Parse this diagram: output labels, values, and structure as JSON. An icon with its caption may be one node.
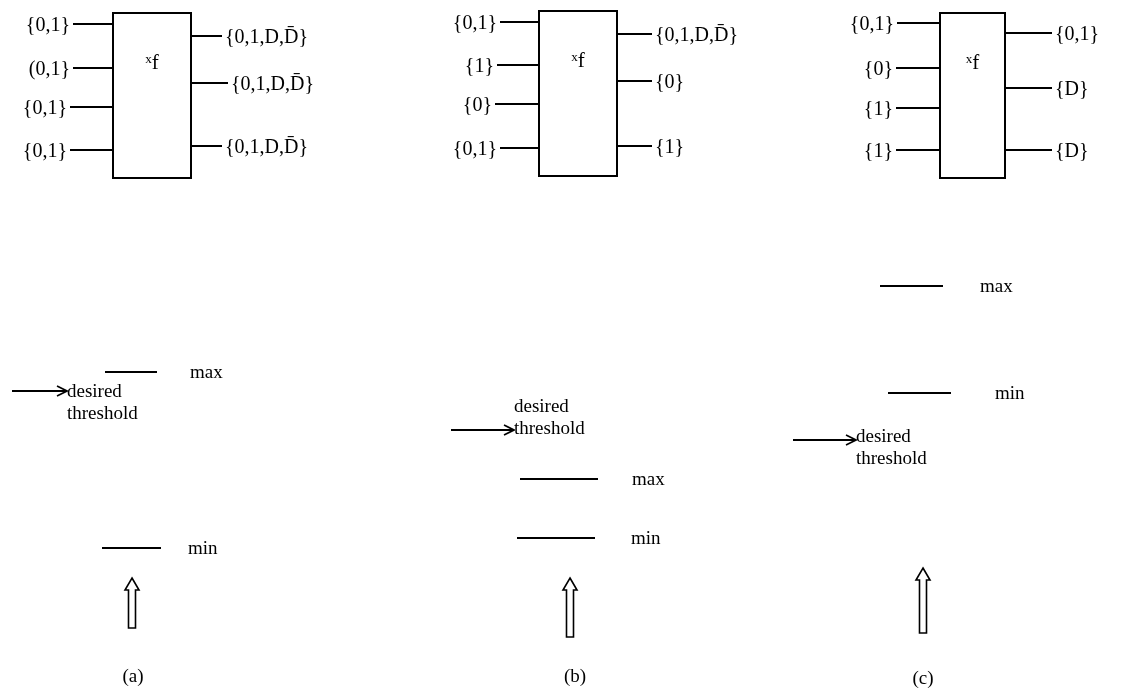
{
  "diagram": {
    "nodes": [
      {
        "text": [
          "$^{x}$f"
        ]
      },
      {
        "text": [
          "{0,1}"
        ]
      },
      {
        "text": [
          "(0,1}"
        ]
      },
      {
        "text": [
          "{0,1}"
        ]
      },
      {
        "text": [
          "{0,1}"
        ]
      },
      {
        "text": [
          "{0,1,D,D̄}"
        ]
      },
      {
        "text": [
          "{0,1,D,D̄}"
        ]
      },
      {
        "text": [
          "{0,1,D,D̄}"
        ]
      },
      {
        "text": [
          "$^{x}$f"
        ]
      },
      {
        "text": [
          "{0,1}"
        ]
      },
      {
        "text": [
          "{1}"
        ]
      },
      {
        "text": [
          "{0}"
        ]
      },
      {
        "text": [
          "{0,1}"
        ]
      },
      {
        "text": [
          "{0,1,D,D̄}"
        ]
      },
      {
        "text": [
          "{0}"
        ]
      },
      {
        "text": [
          "{1}"
        ]
      },
      {
        "text": [
          "$^{x}$f"
        ]
      },
      {
        "text": [
          "{0,1}"
        ]
      },
      {
        "text": [
          "{0}"
        ]
      },
      {
        "text": [
          "{1}"
        ]
      },
      {
        "text": [
          "{1}"
        ]
      },
      {
        "text": [
          "{0,1}"
        ]
      },
      {
        "text": [
          "{D}"
        ]
      },
      {
        "text": [
          "{D}"
        ]
      },
      {
        "text": [
          "desired threshold"
        ]
      },
      {
        "text": [
          "desired threshold"
        ]
      },
      {
        "text": [
          "desired threshold"
        ]
      }
    ],
    "edges": [
      {
        "from": 1,
        "to": 0,
        "arrow": "none"
      },
      {
        "from": 2,
        "to": 0,
        "arrow": "none"
      },
      {
        "from": 3,
        "to": 0,
        "arrow": "none"
      },
      {
        "from": 4,
        "to": 0,
        "arrow": "none"
      },
      {
        "from": 0,
        "to": 5,
        "arrow": "none"
      },
      {
        "from": 0,
        "to": 6,
        "arrow": "none"
      },
      {
        "from": 0,
        "to": 7,
        "arrow": "none"
      },
      {
        "from": 9,
        "to": 8,
        "arrow": "none"
      },
      {
        "from": 10,
        "to": 8,
        "arrow": "none"
      },
      {
        "from": 11,
        "to": 8,
        "arrow": "none"
      },
      {
        "from": 12,
        "to": 8,
        "arrow": "none"
      },
      {
        "from": 8,
        "to": 13,
        "arrow": "none"
      },
      {
        "from": 8,
        "to": 14,
        "arrow": "none"
      },
      {
        "from": 8,
        "to": 15,
        "arrow": "none"
      },
      {
        "from": 17,
        "to": 16,
        "arrow": "none"
      },
      {
        "from": 18,
        "to": 16,
        "arrow": "none"
      },
      {
        "from": 19,
        "to": 16,
        "arrow": "none"
      },
      {
        "from": 20,
        "to": 16,
        "arrow": "none"
      },
      {
        "from": 16,
        "to": 21,
        "arrow": "none"
      },
      {
        "from": 16,
        "to": 22,
        "arrow": "none"
      },
      {
        "from": 16,
        "to": 23,
        "arrow": "none"
      },
      {
        "from": null,
        "to": 24,
        "arrow": "to"
      },
      {
        "from": null,
        "to": 25,
        "arrow": "to"
      },
      {
        "from": null,
        "to": 26,
        "arrow": "to"
      }
    ],
    "labels": [
      "max",
      "min",
      "(a)",
      "max",
      "min",
      "(b)",
      "max",
      "min",
      "(c)"
    ]
  }
}
